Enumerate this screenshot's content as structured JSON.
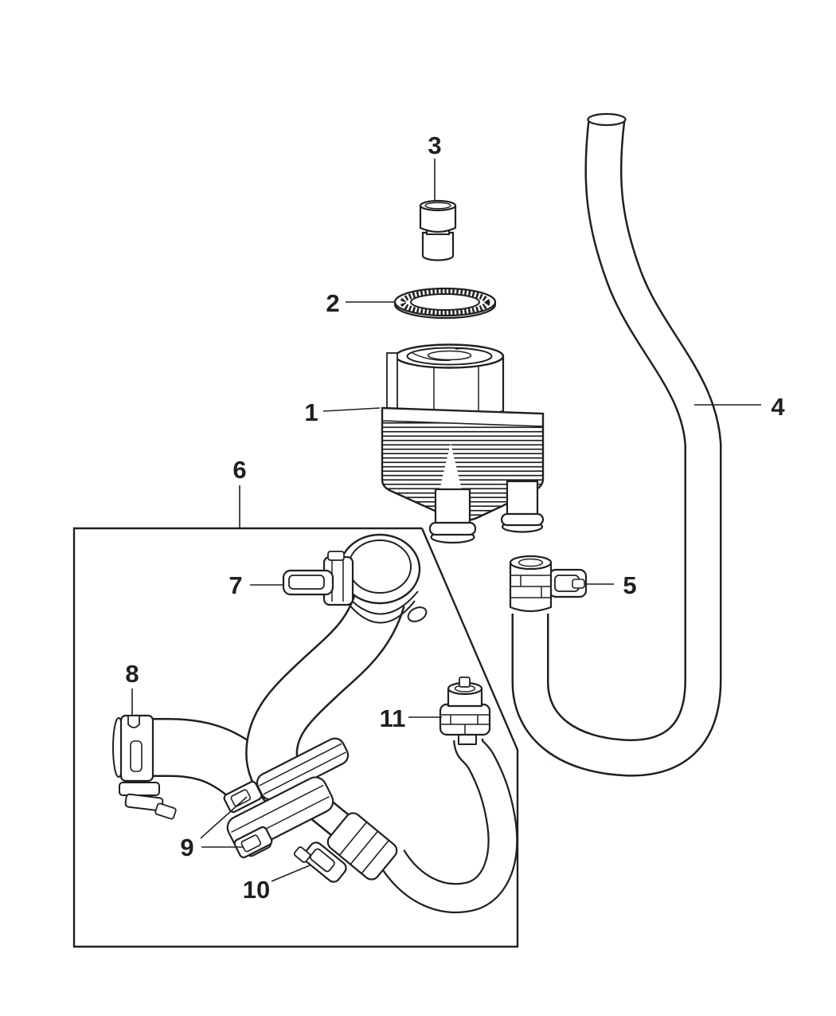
{
  "diagram": {
    "kind": "exploded-parts-line-art",
    "description": "Engine oil cooler, seal, connector and coolant hose routing diagram",
    "colors": {
      "line": "#231f20",
      "background": "#ffffff"
    },
    "callouts": [
      {
        "label": "1"
      },
      {
        "label": "2"
      },
      {
        "label": "3"
      },
      {
        "label": "4"
      },
      {
        "label": "5"
      },
      {
        "label": "6"
      },
      {
        "label": "7"
      },
      {
        "label": "8"
      },
      {
        "label": "9"
      },
      {
        "label": "10"
      },
      {
        "label": "11"
      }
    ]
  }
}
